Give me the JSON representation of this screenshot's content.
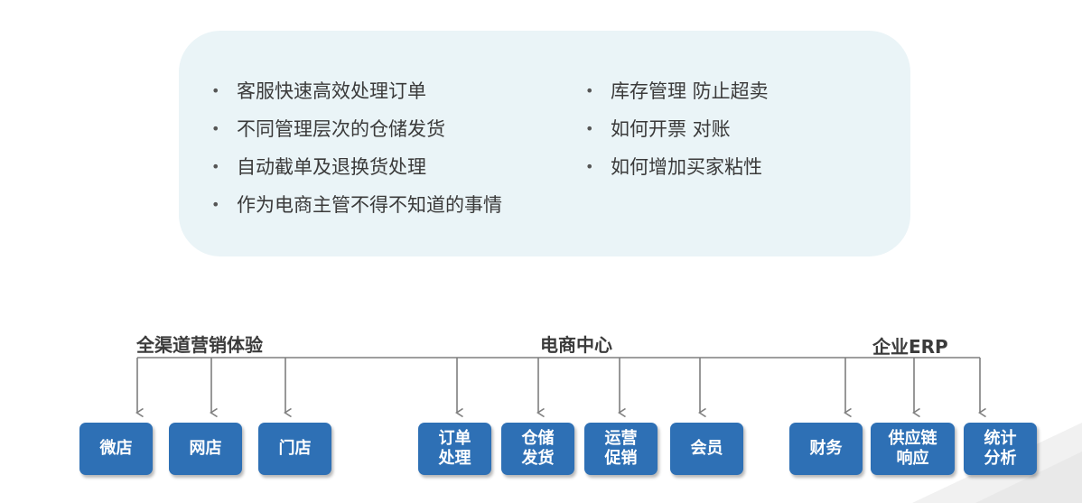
{
  "panel": {
    "left_items": [
      "客服快速高效处理订单",
      "不同管理层次的仓储发货",
      "自动截单及退换货处理",
      "作为电商主管不得不知道的事情"
    ],
    "right_items": [
      "库存管理 防止超卖",
      "如何开票 对账",
      "如何增加买家粘性"
    ],
    "bullet_glyph": "•"
  },
  "groups": [
    {
      "title": "全渠道营销体验",
      "nodes": [
        "微店",
        "网店",
        "门店"
      ]
    },
    {
      "title": "电商中心",
      "nodes": [
        "订单\n处理",
        "仓储\n发货",
        "运营\n促销",
        "会员"
      ]
    },
    {
      "title": "企业ERP",
      "nodes": [
        "财务",
        "供应链\n响应",
        "统计\n分析"
      ]
    }
  ],
  "colors": {
    "panel_bg": "#eaf4f7",
    "node_bg": "#2e70b5",
    "node_text": "#ffffff",
    "line": "#7f7f7f",
    "title_text": "#3b3b3b"
  }
}
